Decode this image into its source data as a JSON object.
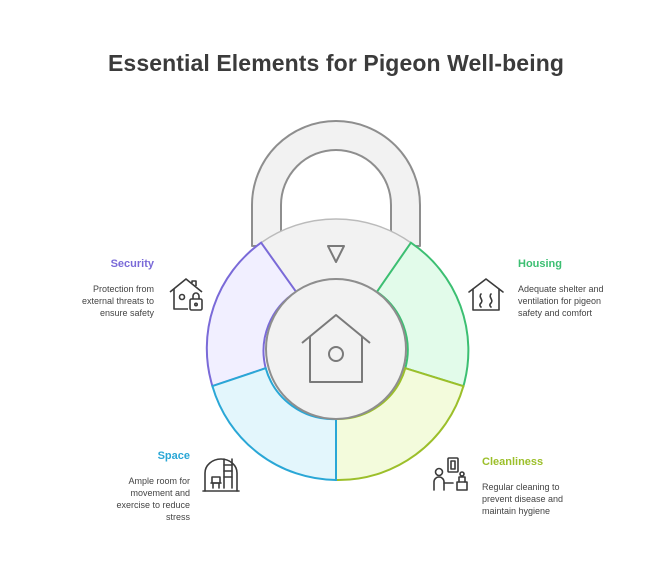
{
  "title": "Essential Elements for Pigeon Well-being",
  "sections": {
    "security": {
      "label": "Security",
      "desc_lines": [
        "Protection from",
        "external threats to",
        "ensure safety"
      ],
      "color": "#7a6ad8",
      "fill": "#f1efff",
      "icon": "house-lock-icon"
    },
    "housing": {
      "label": "Housing",
      "desc_lines": [
        "Adequate shelter and",
        "ventilation for pigeon",
        "safety and comfort"
      ],
      "color": "#3cbf72",
      "fill": "#e2fbea",
      "icon": "house-ventilation-icon"
    },
    "space": {
      "label": "Space",
      "desc_lines": [
        "Ample room for",
        "movement and",
        "exercise to reduce",
        "stress"
      ],
      "color": "#2aa7d6",
      "fill": "#e3f6fc",
      "icon": "room-ladder-icon"
    },
    "cleanliness": {
      "label": "Cleanliness",
      "desc_lines": [
        "Regular cleaning to",
        "prevent disease and",
        "maintain hygiene"
      ],
      "color": "#9cbf2a",
      "fill": "#f3fbdc",
      "icon": "cleaning-person-icon"
    }
  },
  "center_icon": "birdhouse-icon",
  "top_icon": "triangle-down-icon"
}
